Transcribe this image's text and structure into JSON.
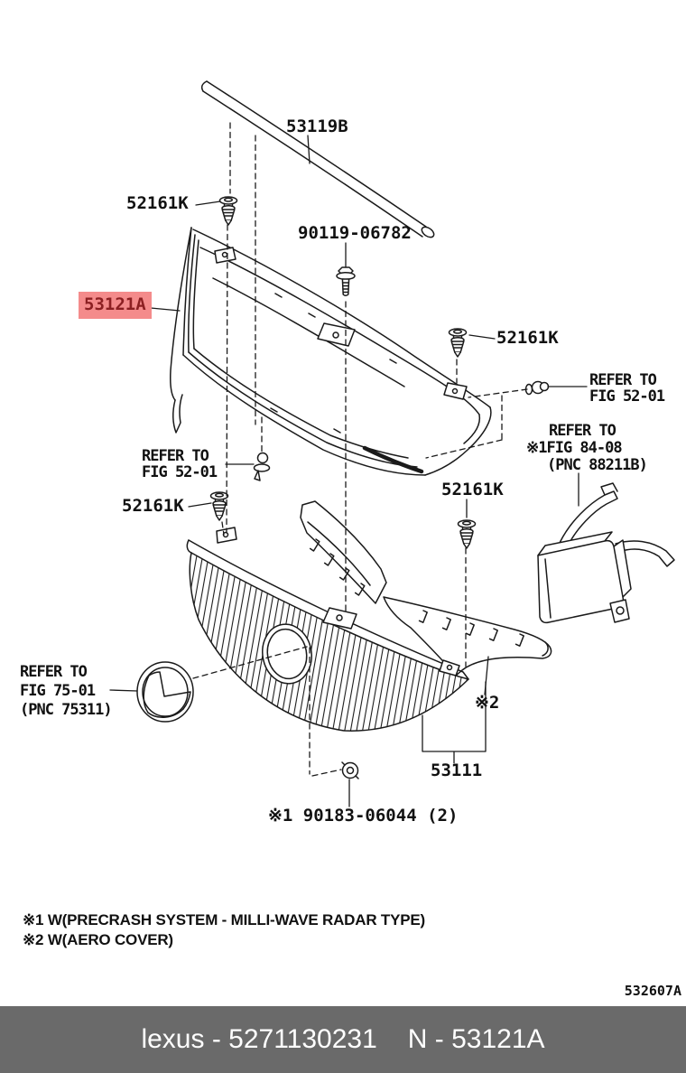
{
  "diagram": {
    "figure_code": "532607A",
    "colors": {
      "line": "#1a1a1a",
      "highlight_bg": "#f48b8b",
      "highlight_text": "#8c2022",
      "footer_bg": "#6a6a6a"
    },
    "labels": {
      "molding": "53119B",
      "clip": "52161K",
      "bolt": "90119-06782",
      "surround": "53121A",
      "grille": "53111",
      "screw": "※1 90183-06044 (2)",
      "aero_marker": "※2"
    },
    "refs": {
      "fig5201": [
        "REFER TO",
        "FIG 52-01"
      ],
      "fig8408": [
        "REFER TO",
        "※1FIG 84-08",
        "(PNC 88211B)"
      ],
      "fig7501": [
        "REFER TO",
        "FIG 75-01",
        "(PNC 75311)"
      ]
    },
    "notes": [
      "※1 W(PRECRASH SYSTEM - MILLI-WAVE RADAR TYPE)",
      "※2 W(AERO COVER)"
    ]
  },
  "footer": {
    "left": "lexus - 5271130231",
    "right": "N - 53121A"
  }
}
